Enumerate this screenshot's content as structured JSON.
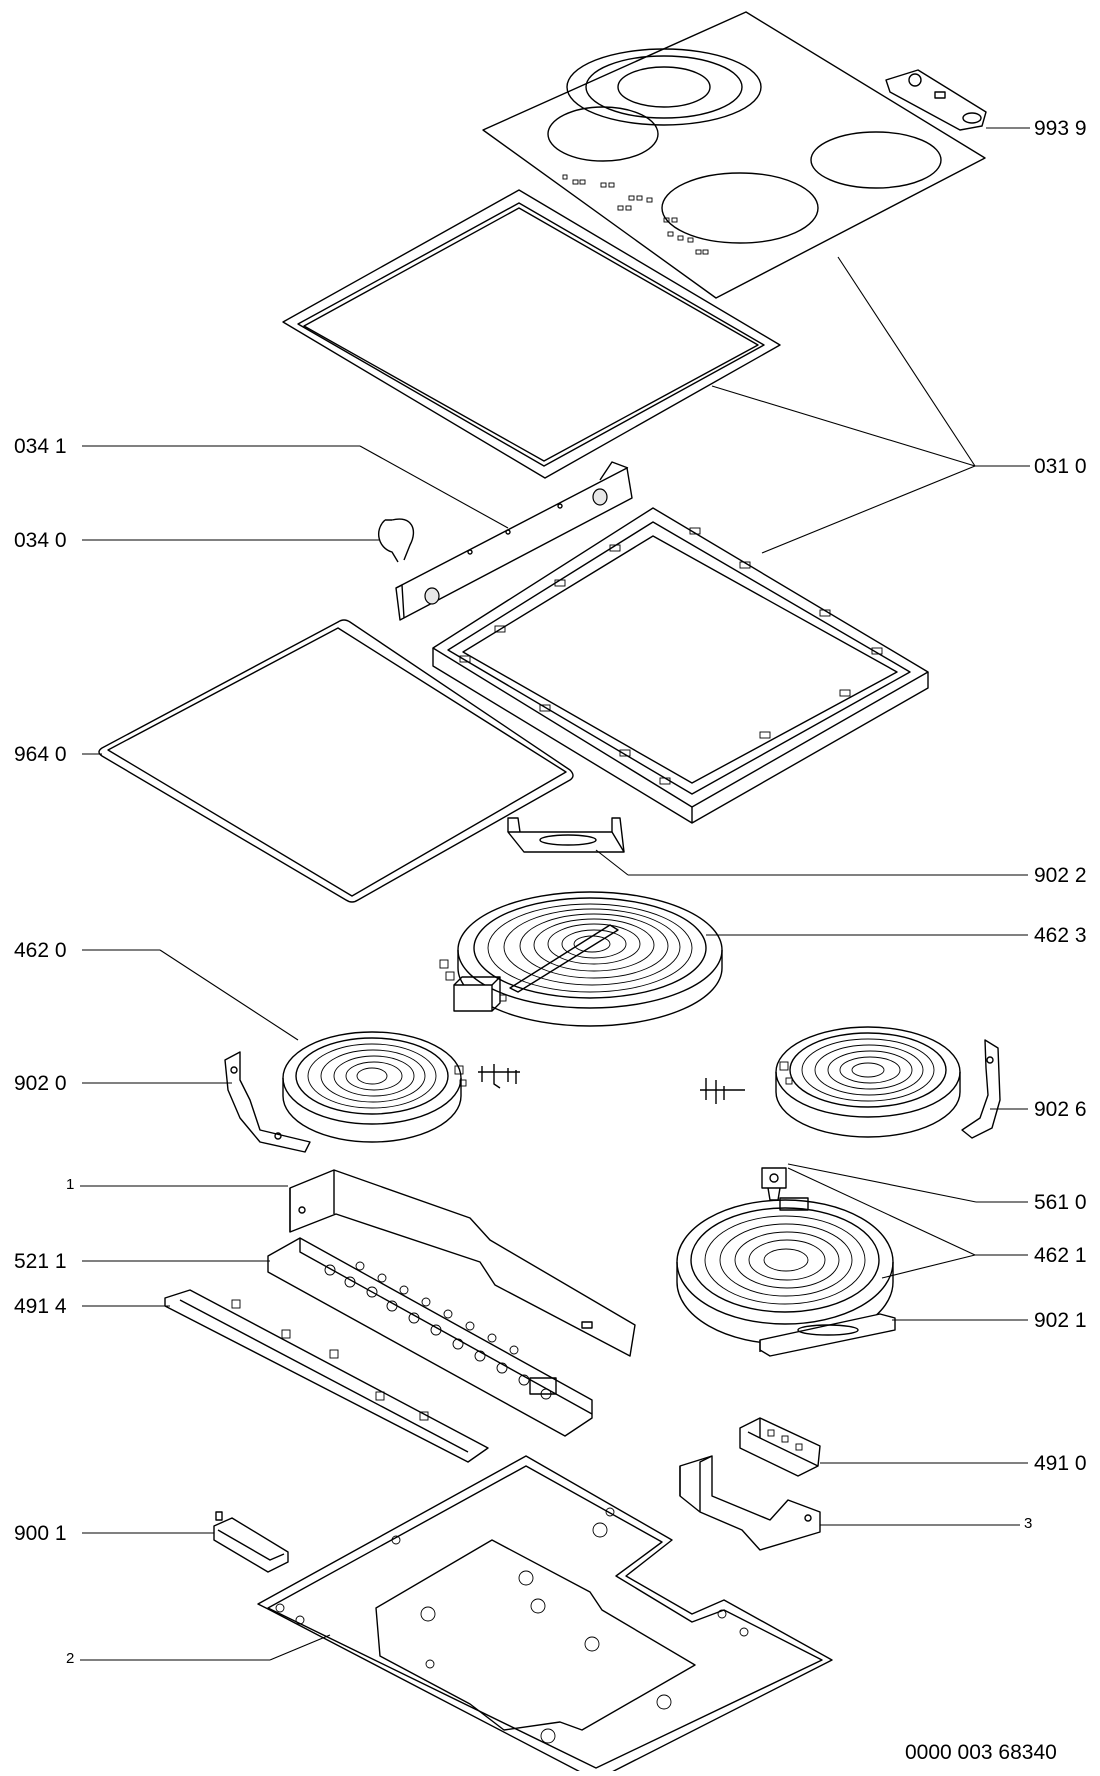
{
  "diagram_id": "0000 003 68340",
  "labels": {
    "l9939": "993 9",
    "l0310": "031 0",
    "l0341": "034 1",
    "l0340": "034 0",
    "l9640": "964 0",
    "l9022": "902 2",
    "l4623": "462 3",
    "l4620": "462 0",
    "l9020": "902 0",
    "l9026": "902 6",
    "l5610": "561 0",
    "l1": "1",
    "l5211": "521 1",
    "l4621": "462 1",
    "l4914": "491 4",
    "l9021": "902 1",
    "l4910": "491 0",
    "l3": "3",
    "l9001": "900 1",
    "l2": "2"
  }
}
